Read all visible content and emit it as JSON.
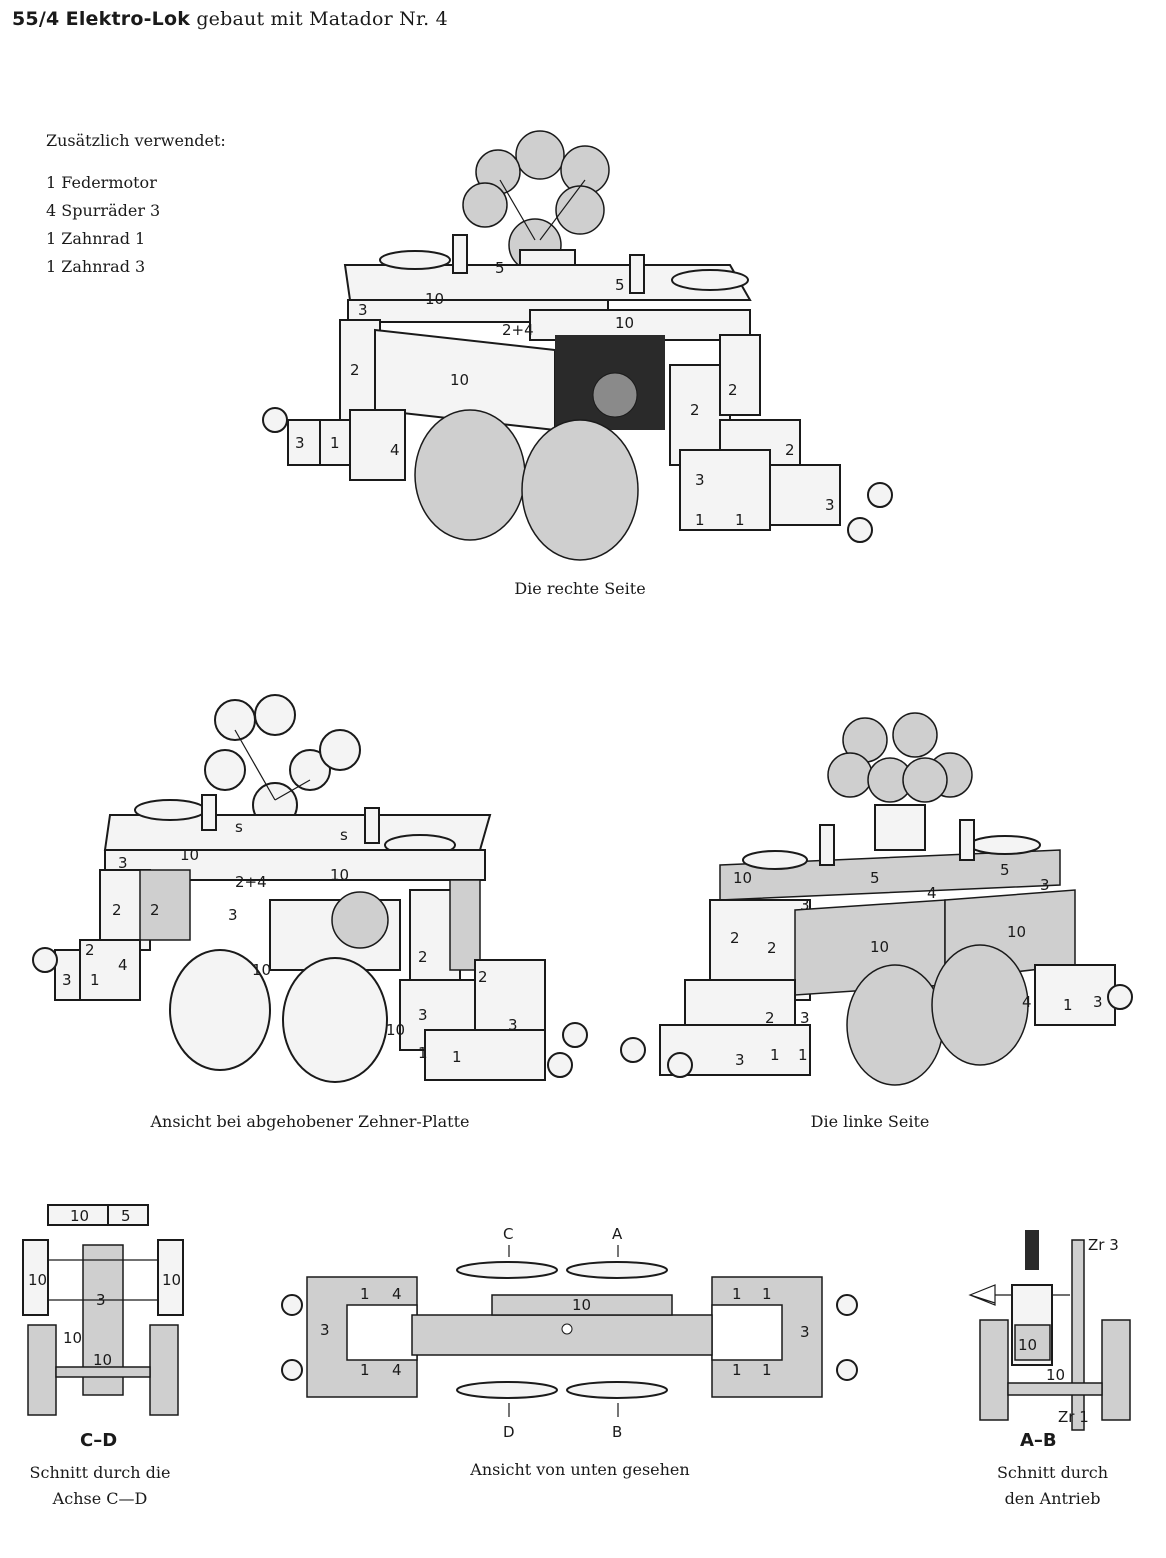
{
  "title": {
    "number": "55/4",
    "name": "Elektro-Lok",
    "rest": "gebaut mit Matador Nr. 4"
  },
  "parts": {
    "heading": "Zusätzlich verwendet:",
    "items": [
      "1 Federmotor",
      "4 Spurräder 3",
      "1 Zahnrad 1",
      "1 Zahnrad 3"
    ]
  },
  "captions": {
    "right_side": "Die rechte Seite",
    "lifted_plate": "Ansicht bei abgehobener Zehner-Platte",
    "left_side": "Die linke Seite",
    "section_cd_label": "C–D",
    "section_cd_line1": "Schnitt durch die",
    "section_cd_line2": "Achse C—D",
    "bottom_view": "Ansicht von unten gesehen",
    "section_ab_label": "A–B",
    "section_ab_line1": "Schnitt durch",
    "section_ab_line2": "den Antrieb"
  },
  "drawing_labels": {
    "right": [
      "10",
      "10",
      "2+4",
      "10",
      "5",
      "5",
      "3",
      "2",
      "2",
      "3",
      "1",
      "4",
      "2",
      "3",
      "1",
      "1",
      "2",
      "3"
    ],
    "lifted": [
      "10",
      "10",
      "3",
      "2+4",
      "2",
      "2",
      "3",
      "2",
      "4",
      "3",
      "1",
      "10",
      "2",
      "3",
      "1",
      "1",
      "3",
      "2",
      "10",
      "s",
      "s"
    ],
    "left": [
      "10",
      "5",
      "5",
      "3",
      "4",
      "3",
      "10",
      "10",
      "2",
      "2",
      "3",
      "2",
      "3",
      "1",
      "1",
      "4",
      "1",
      "3"
    ],
    "cd": [
      "10",
      "5",
      "10",
      "10",
      "3",
      "10",
      "10"
    ],
    "bottom": [
      "C",
      "A",
      "D",
      "B",
      "3",
      "1",
      "4",
      "1",
      "4",
      "10",
      "1",
      "1",
      "1",
      "1",
      "3"
    ],
    "ab": [
      "Zr 3",
      "Zr 1",
      "10",
      "10"
    ]
  }
}
